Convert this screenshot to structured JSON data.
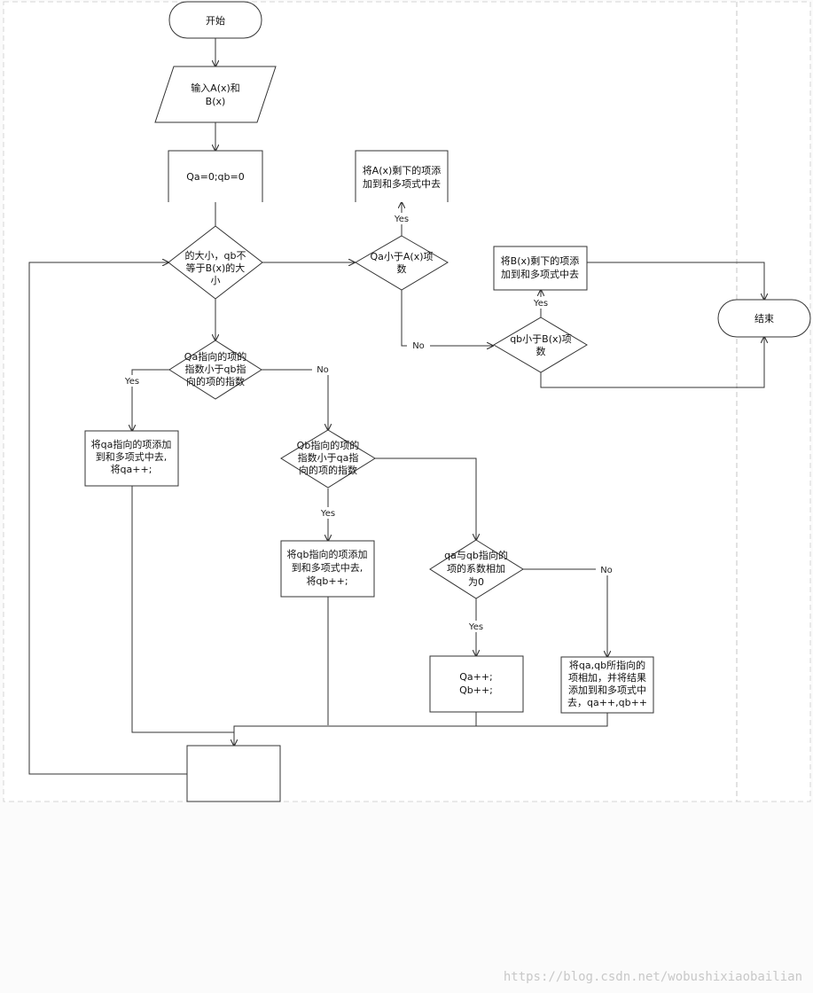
{
  "nodes": {
    "start": "开始",
    "input": [
      "输入A(x)和",
      "B(x)"
    ],
    "init": "Qa=0;qb=0",
    "loop_cond": [
      "的大小，qb不",
      "等于B(x)的大",
      "小"
    ],
    "add_rest_a": [
      "将A(x)剩下的项添",
      "加到和多项式中去"
    ],
    "qa_lt_a": [
      "Qa小于A(x)项",
      "数"
    ],
    "add_rest_b": [
      "将B(x)剩下的项添",
      "加到和多项式中去"
    ],
    "qb_lt_b": [
      "qb小于B(x)项",
      "数"
    ],
    "end": "结束",
    "cmp1": [
      "Qa指向的项的",
      "指数小于qb指",
      "向的项的指数"
    ],
    "add_qa": [
      "将qa指向的项添加",
      "到和多项式中去,",
      "将qa++;"
    ],
    "cmp2": [
      "Qb指向的项的",
      "指数小于qa指",
      "向的项的指数"
    ],
    "add_qb": [
      "将qb指向的项添加",
      "到和多项式中去,",
      "将qb++;"
    ],
    "sum_zero": [
      "qa与qb指向的",
      "项的系数相加",
      "为0"
    ],
    "inc_both": [
      "Qa++;",
      "Qb++;"
    ],
    "add_sum": [
      "将qa,qb所指向的",
      "项相加，并将结果",
      "添加到和多项式中",
      "去，qa++,qb++"
    ],
    "join": ""
  },
  "edge_labels": {
    "yes": "Yes",
    "no": "No"
  },
  "watermark": "https://blog.csdn.net/wobushixiaobailian"
}
